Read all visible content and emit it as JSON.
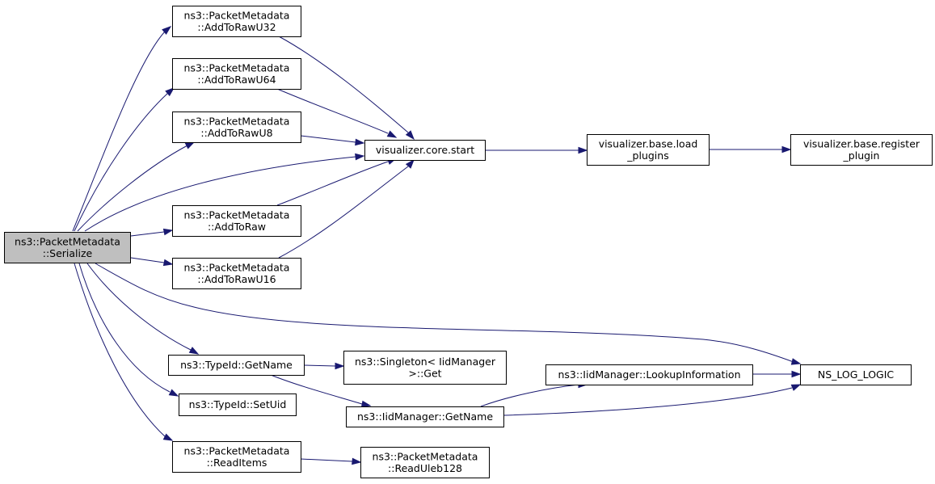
{
  "colors": {
    "edge": "#191970",
    "root_fill": "#bfbfbf",
    "node_fill": "#ffffff",
    "border": "#000000"
  },
  "nodes": {
    "serialize": {
      "lines": [
        "ns3::PacketMetadata",
        "::Serialize"
      ]
    },
    "addToRawU32": {
      "lines": [
        "ns3::PacketMetadata",
        "::AddToRawU32"
      ]
    },
    "addToRawU64": {
      "lines": [
        "ns3::PacketMetadata",
        "::AddToRawU64"
      ]
    },
    "addToRawU8": {
      "lines": [
        "ns3::PacketMetadata",
        "::AddToRawU8"
      ]
    },
    "addToRaw": {
      "lines": [
        "ns3::PacketMetadata",
        "::AddToRaw"
      ]
    },
    "addToRawU16": {
      "lines": [
        "ns3::PacketMetadata",
        "::AddToRawU16"
      ]
    },
    "coreStart": {
      "lines": [
        "visualizer.core.start"
      ]
    },
    "loadPlugins": {
      "lines": [
        "visualizer.base.load",
        "_plugins"
      ]
    },
    "registerPlugin": {
      "lines": [
        "visualizer.base.register",
        "_plugin"
      ]
    },
    "typeGetName": {
      "lines": [
        "ns3::TypeId::GetName"
      ]
    },
    "singletonGet": {
      "lines": [
        "ns3::Singleton< IidManager",
        ">::Get"
      ]
    },
    "iidGetName": {
      "lines": [
        "ns3::IidManager::GetName"
      ]
    },
    "lookupInfo": {
      "lines": [
        "ns3::IidManager::LookupInformation"
      ]
    },
    "nsLogLogic": {
      "lines": [
        "NS_LOG_LOGIC"
      ]
    },
    "setUid": {
      "lines": [
        "ns3::TypeId::SetUid"
      ]
    },
    "readItems": {
      "lines": [
        "ns3::PacketMetadata",
        "::ReadItems"
      ]
    },
    "readUleb128": {
      "lines": [
        "ns3::PacketMetadata",
        "::ReadUleb128"
      ]
    }
  },
  "edges": [
    [
      "serialize",
      "addToRawU32"
    ],
    [
      "serialize",
      "addToRawU64"
    ],
    [
      "serialize",
      "addToRawU8"
    ],
    [
      "serialize",
      "coreStart"
    ],
    [
      "serialize",
      "addToRaw"
    ],
    [
      "serialize",
      "addToRawU16"
    ],
    [
      "serialize",
      "nsLogLogic"
    ],
    [
      "serialize",
      "typeGetName"
    ],
    [
      "serialize",
      "setUid"
    ],
    [
      "serialize",
      "readItems"
    ],
    [
      "addToRawU32",
      "coreStart"
    ],
    [
      "addToRawU64",
      "coreStart"
    ],
    [
      "addToRawU8",
      "coreStart"
    ],
    [
      "addToRaw",
      "coreStart"
    ],
    [
      "addToRawU16",
      "coreStart"
    ],
    [
      "coreStart",
      "loadPlugins"
    ],
    [
      "loadPlugins",
      "registerPlugin"
    ],
    [
      "typeGetName",
      "singletonGet"
    ],
    [
      "typeGetName",
      "iidGetName"
    ],
    [
      "iidGetName",
      "lookupInfo"
    ],
    [
      "iidGetName",
      "nsLogLogic"
    ],
    [
      "lookupInfo",
      "nsLogLogic"
    ],
    [
      "readItems",
      "readUleb128"
    ]
  ]
}
